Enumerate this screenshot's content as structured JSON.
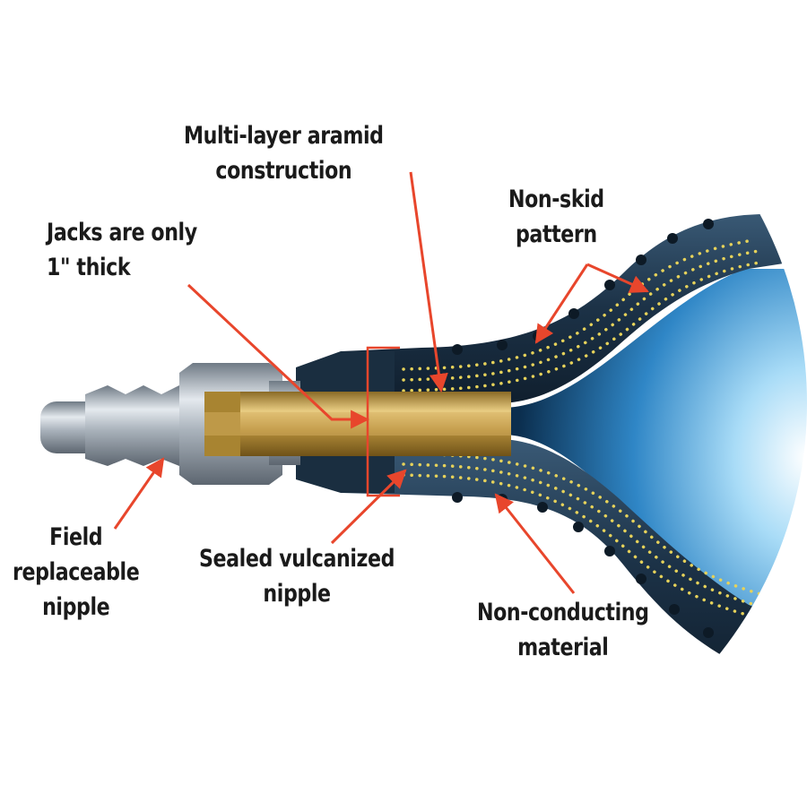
{
  "labels": {
    "multi_layer": [
      "Multi-layer aramid",
      "construction"
    ],
    "jacks": [
      "Jacks are only",
      "1\" thick"
    ],
    "non_skid": [
      "Non-skid",
      "pattern"
    ],
    "field": [
      "Field",
      "replaceable",
      "nipple"
    ],
    "sealed": [
      "Sealed vulcanized",
      "nipple"
    ],
    "non_conducting": [
      "Non-conducting",
      "material"
    ]
  },
  "colors": {
    "arrow": "#e8462c",
    "rubber": "#1f3447",
    "brass": "#c9a24a",
    "steel": "#a9b2bb",
    "aramid_dots": "#e6d25a",
    "cavity_glow": "#7fc6ee"
  }
}
